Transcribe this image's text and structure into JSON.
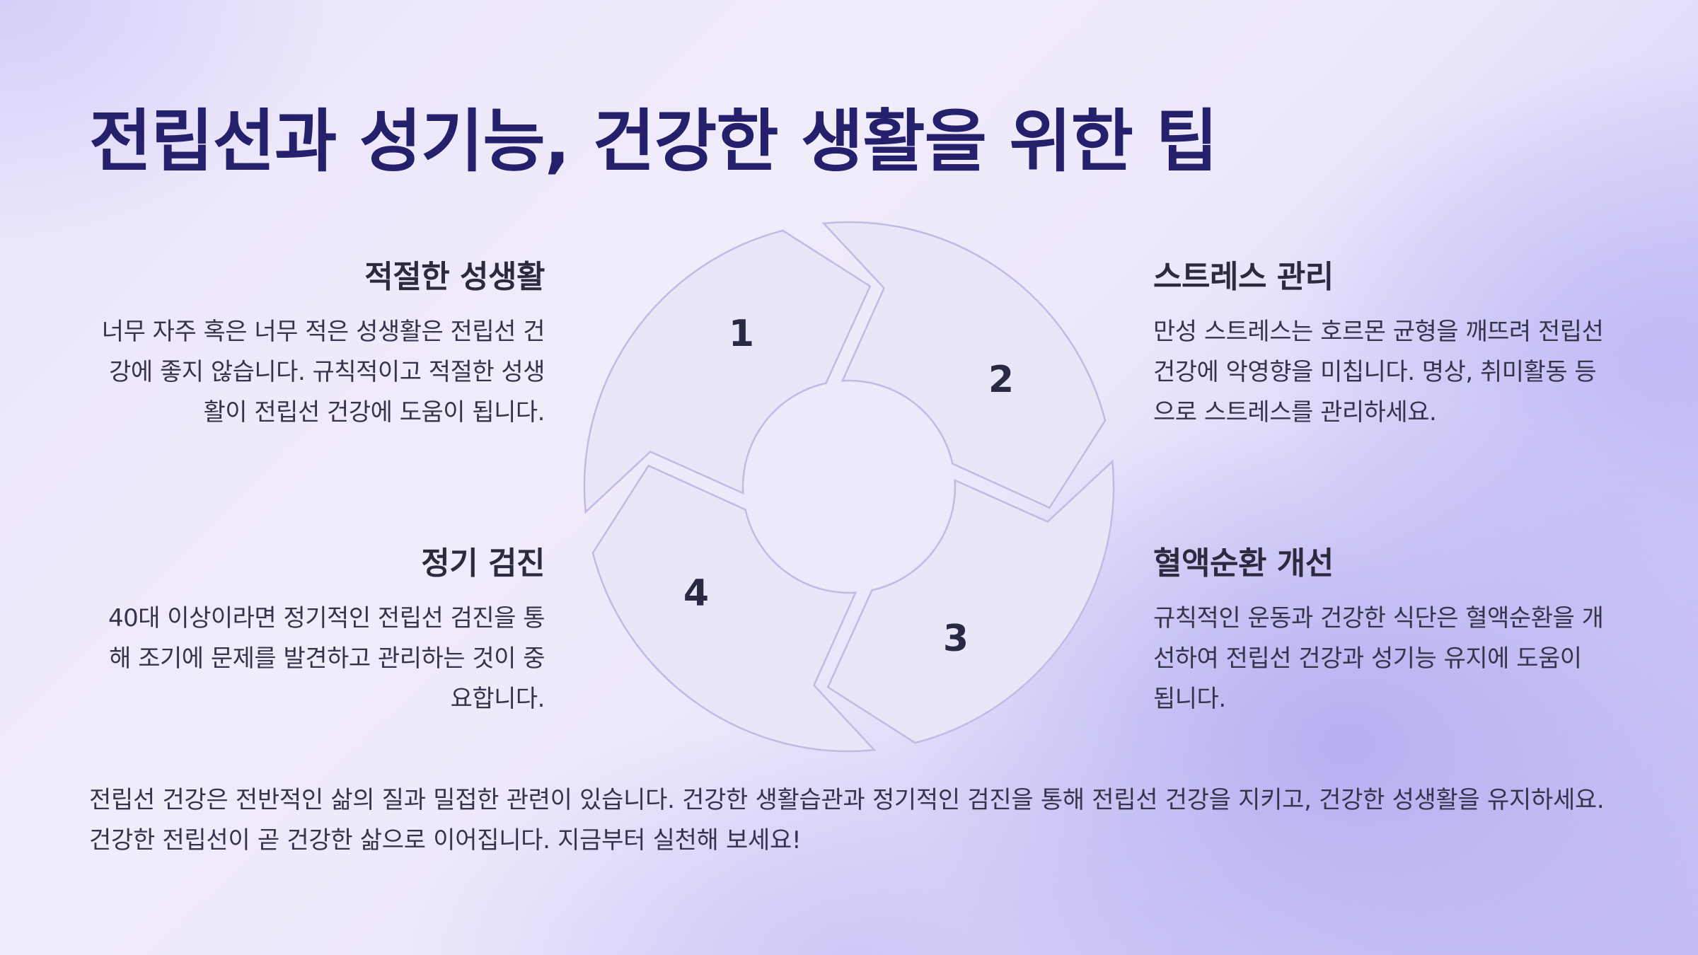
{
  "title": "전립선과 성기능, 건강한 생활을 위한 팁",
  "cycle": {
    "steps": [
      {
        "number": "1",
        "heading": "적절한 성생활",
        "text": "너무 자주 혹은 너무 적은 성생활은 전립선 건강에 좋지 않습니다. 규칙적이고 적절한 성생활이 전립선 건강에 도움이 됩니다."
      },
      {
        "number": "2",
        "heading": "스트레스 관리",
        "text": "만성 스트레스는 호르몬 균형을 깨뜨려 전립선 건강에 악영향을 미칩니다. 명상, 취미활동 등으로 스트레스를 관리하세요."
      },
      {
        "number": "3",
        "heading": "혈액순환 개선",
        "text": "규칙적인 운동과 건강한 식단은 혈액순환을 개선하여 전립선 건강과 성기능 유지에 도움이 됩니다."
      },
      {
        "number": "4",
        "heading": "정기 검진",
        "text": "40대 이상이라면 정기적인 전립선 검진을 통해 조기에 문제를 발견하고 관리하는 것이 중요합니다."
      }
    ]
  },
  "summary": "전립선 건강은 전반적인 삶의 질과 밀접한 관련이 있습니다. 건강한 생활습관과 정기적인 검진을 통해 전립선 건강을 지키고, 건강한 성생활을 유지하세요. 건강한 전립선이 곧 건강한 삶으로 이어집니다. 지금부터 실천해 보세요!",
  "colors": {
    "title": "#24206b",
    "segment_fill": "#e9e6f8",
    "segment_stroke": "#c1bbe3",
    "body_text": "#36344c"
  }
}
